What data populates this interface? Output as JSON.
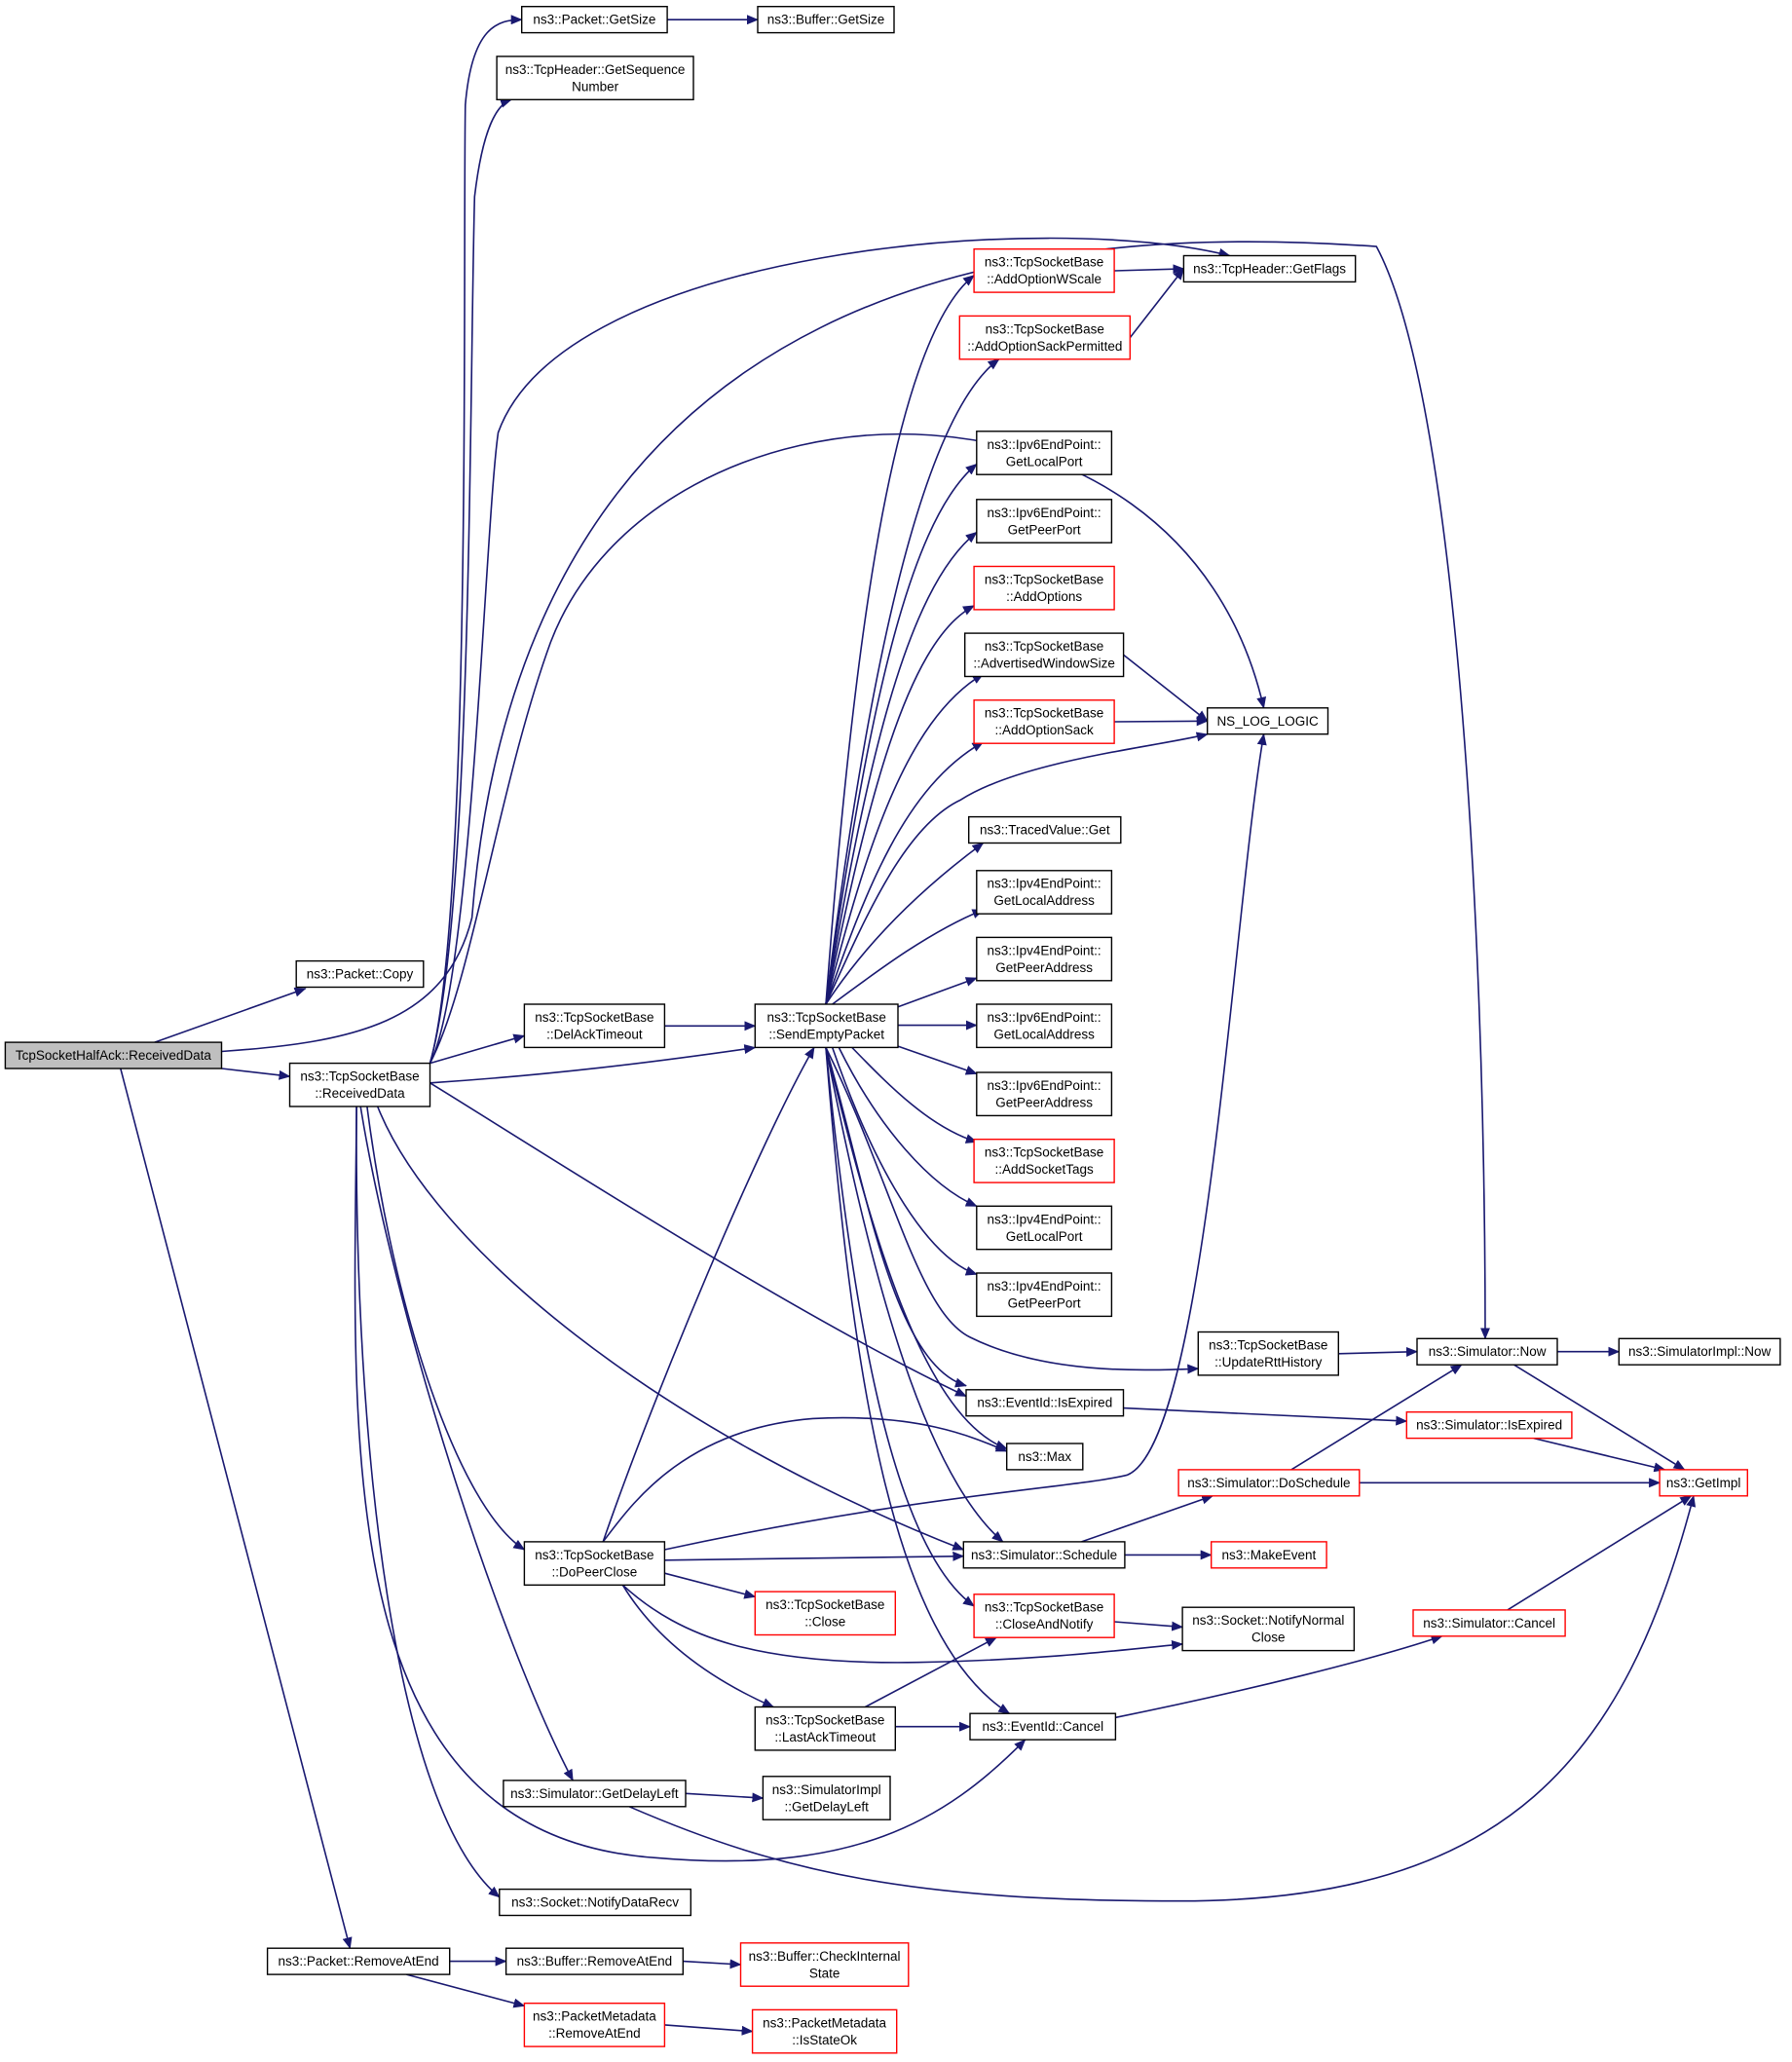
{
  "colors": {
    "edge": "#191970",
    "border_normal": "#000000",
    "border_truncated": "#ff0000",
    "fill_root": "#bfbfbf",
    "fill_node": "#ffffff",
    "text": "#000000"
  },
  "nodes": [
    {
      "id": "root",
      "lines": [
        "TcpSocketHalfAck::ReceivedData"
      ],
      "style": "root"
    },
    {
      "id": "packet-copy",
      "lines": [
        "ns3::Packet::Copy"
      ],
      "style": "normal"
    },
    {
      "id": "tsb-receiveddata",
      "lines": [
        "ns3::TcpSocketBase",
        "::ReceivedData"
      ],
      "style": "normal"
    },
    {
      "id": "packet-getsize",
      "lines": [
        "ns3::Packet::GetSize"
      ],
      "style": "normal"
    },
    {
      "id": "buffer-getsize",
      "lines": [
        "ns3::Buffer::GetSize"
      ],
      "style": "normal"
    },
    {
      "id": "tcpheader-getseq",
      "lines": [
        "ns3::TcpHeader::GetSequence",
        "Number"
      ],
      "style": "normal"
    },
    {
      "id": "tsb-addoptionwscale",
      "lines": [
        "ns3::TcpSocketBase",
        "::AddOptionWScale"
      ],
      "style": "truncated"
    },
    {
      "id": "tsb-addoptionsackperm",
      "lines": [
        "ns3::TcpSocketBase",
        "::AddOptionSackPermitted"
      ],
      "style": "truncated"
    },
    {
      "id": "tcpheader-getflags",
      "lines": [
        "ns3::TcpHeader::GetFlags"
      ],
      "style": "normal"
    },
    {
      "id": "ipv6ep-getlocalport",
      "lines": [
        "ns3::Ipv6EndPoint::",
        "GetLocalPort"
      ],
      "style": "normal"
    },
    {
      "id": "ipv6ep-getpeerport",
      "lines": [
        "ns3::Ipv6EndPoint::",
        "GetPeerPort"
      ],
      "style": "normal"
    },
    {
      "id": "tsb-addoptions",
      "lines": [
        "ns3::TcpSocketBase",
        "::AddOptions"
      ],
      "style": "truncated"
    },
    {
      "id": "tsb-advwinsize",
      "lines": [
        "ns3::TcpSocketBase",
        "::AdvertisedWindowSize"
      ],
      "style": "normal"
    },
    {
      "id": "tsb-addoptionsack",
      "lines": [
        "ns3::TcpSocketBase",
        "::AddOptionSack"
      ],
      "style": "truncated"
    },
    {
      "id": "ns-log-logic",
      "lines": [
        "NS_LOG_LOGIC"
      ],
      "style": "normal"
    },
    {
      "id": "tracedvalue-get",
      "lines": [
        "ns3::TracedValue::Get"
      ],
      "style": "normal"
    },
    {
      "id": "ipv4ep-getlocaladdr",
      "lines": [
        "ns3::Ipv4EndPoint::",
        "GetLocalAddress"
      ],
      "style": "normal"
    },
    {
      "id": "ipv4ep-getpeeraddr",
      "lines": [
        "ns3::Ipv4EndPoint::",
        "GetPeerAddress"
      ],
      "style": "normal"
    },
    {
      "id": "tsb-delacktimeout",
      "lines": [
        "ns3::TcpSocketBase",
        "::DelAckTimeout"
      ],
      "style": "normal"
    },
    {
      "id": "tsb-sendemptypacket",
      "lines": [
        "ns3::TcpSocketBase",
        "::SendEmptyPacket"
      ],
      "style": "normal"
    },
    {
      "id": "ipv6ep-getlocaladdr",
      "lines": [
        "ns3::Ipv6EndPoint::",
        "GetLocalAddress"
      ],
      "style": "normal"
    },
    {
      "id": "ipv6ep-getpeeraddr",
      "lines": [
        "ns3::Ipv6EndPoint::",
        "GetPeerAddress"
      ],
      "style": "normal"
    },
    {
      "id": "tsb-addsockettags",
      "lines": [
        "ns3::TcpSocketBase",
        "::AddSocketTags"
      ],
      "style": "truncated"
    },
    {
      "id": "ipv4ep-getlocalport",
      "lines": [
        "ns3::Ipv4EndPoint::",
        "GetLocalPort"
      ],
      "style": "normal"
    },
    {
      "id": "ipv4ep-getpeerport",
      "lines": [
        "ns3::Ipv4EndPoint::",
        "GetPeerPort"
      ],
      "style": "normal"
    },
    {
      "id": "tsb-updatertthistory",
      "lines": [
        "ns3::TcpSocketBase",
        "::UpdateRttHistory"
      ],
      "style": "normal"
    },
    {
      "id": "simulator-now",
      "lines": [
        "ns3::Simulator::Now"
      ],
      "style": "normal"
    },
    {
      "id": "simulatorimpl-now",
      "lines": [
        "ns3::SimulatorImpl::Now"
      ],
      "style": "normal"
    },
    {
      "id": "eventid-isexpired",
      "lines": [
        "ns3::EventId::IsExpired"
      ],
      "style": "normal"
    },
    {
      "id": "simulator-isexpired",
      "lines": [
        "ns3::Simulator::IsExpired"
      ],
      "style": "truncated"
    },
    {
      "id": "ns3-max",
      "lines": [
        "ns3::Max"
      ],
      "style": "normal"
    },
    {
      "id": "simulator-doschedule",
      "lines": [
        "ns3::Simulator::DoSchedule"
      ],
      "style": "truncated"
    },
    {
      "id": "ns3-getimpl",
      "lines": [
        "ns3::GetImpl"
      ],
      "style": "truncated"
    },
    {
      "id": "tsb-dopeerclose",
      "lines": [
        "ns3::TcpSocketBase",
        "::DoPeerClose"
      ],
      "style": "normal"
    },
    {
      "id": "simulator-schedule",
      "lines": [
        "ns3::Simulator::Schedule"
      ],
      "style": "normal"
    },
    {
      "id": "ns3-makeevent",
      "lines": [
        "ns3::MakeEvent"
      ],
      "style": "truncated"
    },
    {
      "id": "tsb-close",
      "lines": [
        "ns3::TcpSocketBase",
        "::Close"
      ],
      "style": "truncated"
    },
    {
      "id": "tsb-closeandnotify",
      "lines": [
        "ns3::TcpSocketBase",
        "::CloseAndNotify"
      ],
      "style": "truncated"
    },
    {
      "id": "socket-notifynormalclose",
      "lines": [
        "ns3::Socket::NotifyNormal",
        "Close"
      ],
      "style": "normal"
    },
    {
      "id": "simulator-cancel",
      "lines": [
        "ns3::Simulator::Cancel"
      ],
      "style": "truncated"
    },
    {
      "id": "tsb-lastacktimeout",
      "lines": [
        "ns3::TcpSocketBase",
        "::LastAckTimeout"
      ],
      "style": "normal"
    },
    {
      "id": "eventid-cancel",
      "lines": [
        "ns3::EventId::Cancel"
      ],
      "style": "normal"
    },
    {
      "id": "simulator-getdelayleft",
      "lines": [
        "ns3::Simulator::GetDelayLeft"
      ],
      "style": "normal"
    },
    {
      "id": "simulatorimpl-getdelayleft",
      "lines": [
        "ns3::SimulatorImpl",
        "::GetDelayLeft"
      ],
      "style": "normal"
    },
    {
      "id": "socket-notifydatarecv",
      "lines": [
        "ns3::Socket::NotifyDataRecv"
      ],
      "style": "normal"
    },
    {
      "id": "packet-removeatend",
      "lines": [
        "ns3::Packet::RemoveAtEnd"
      ],
      "style": "normal"
    },
    {
      "id": "buffer-removeatend",
      "lines": [
        "ns3::Buffer::RemoveAtEnd"
      ],
      "style": "normal"
    },
    {
      "id": "buffer-checkinternalstate",
      "lines": [
        "ns3::Buffer::CheckInternal",
        "State"
      ],
      "style": "truncated"
    },
    {
      "id": "packetmetadata-removeatend",
      "lines": [
        "ns3::PacketMetadata",
        "::RemoveAtEnd"
      ],
      "style": "truncated"
    },
    {
      "id": "packetmetadata-isstateok",
      "lines": [
        "ns3::PacketMetadata",
        "::IsStateOk"
      ],
      "style": "truncated"
    }
  ]
}
